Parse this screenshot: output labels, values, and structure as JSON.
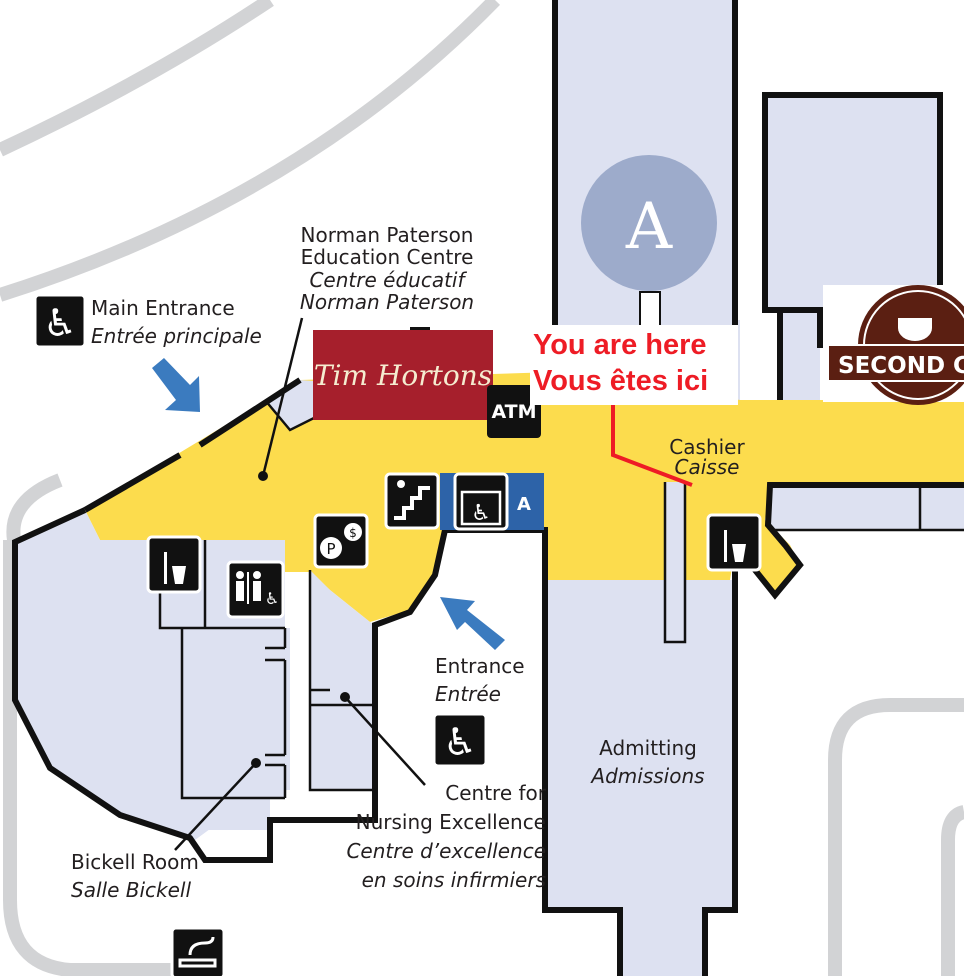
{
  "map": {
    "building_marker": "A",
    "elevator_letter": "A",
    "atm_label": "ATM",
    "you_are_here": {
      "en": "You are here",
      "fr": "Vous êtes ici"
    },
    "main_entrance": {
      "en": "Main Entrance",
      "fr": "Entrée principale"
    },
    "education_centre": {
      "en_1": "Norman Paterson",
      "en_2": "Education Centre",
      "fr_1": "Centre éducatif",
      "fr_2": "Norman Paterson"
    },
    "cashier": {
      "en": "Cashier",
      "fr": "Caisse"
    },
    "entrance": {
      "en": "Entrance",
      "fr": "Entrée"
    },
    "admitting": {
      "en": "Admitting",
      "fr": "Admissions"
    },
    "nursing_centre": {
      "en_1": "Centre for",
      "en_2": "Nursing Excellence",
      "fr_1": "Centre d’excellence",
      "fr_2": "en soins infirmiers"
    },
    "bickell_room": {
      "en": "Bickell Room",
      "fr": "Salle Bickell"
    },
    "tim_hortons_logo": "Tim Hortons",
    "second_cup_logo": "SECOND CUP"
  },
  "colors": {
    "corridor": "#fcdc4d",
    "rooms": "#dde1f1",
    "you_are_here": "#ee1c25",
    "arrow": "#3b7bbf",
    "tim_hortons": "#a61f2c",
    "second_cup": "#5b1f12",
    "marker": "#9dabcb"
  }
}
